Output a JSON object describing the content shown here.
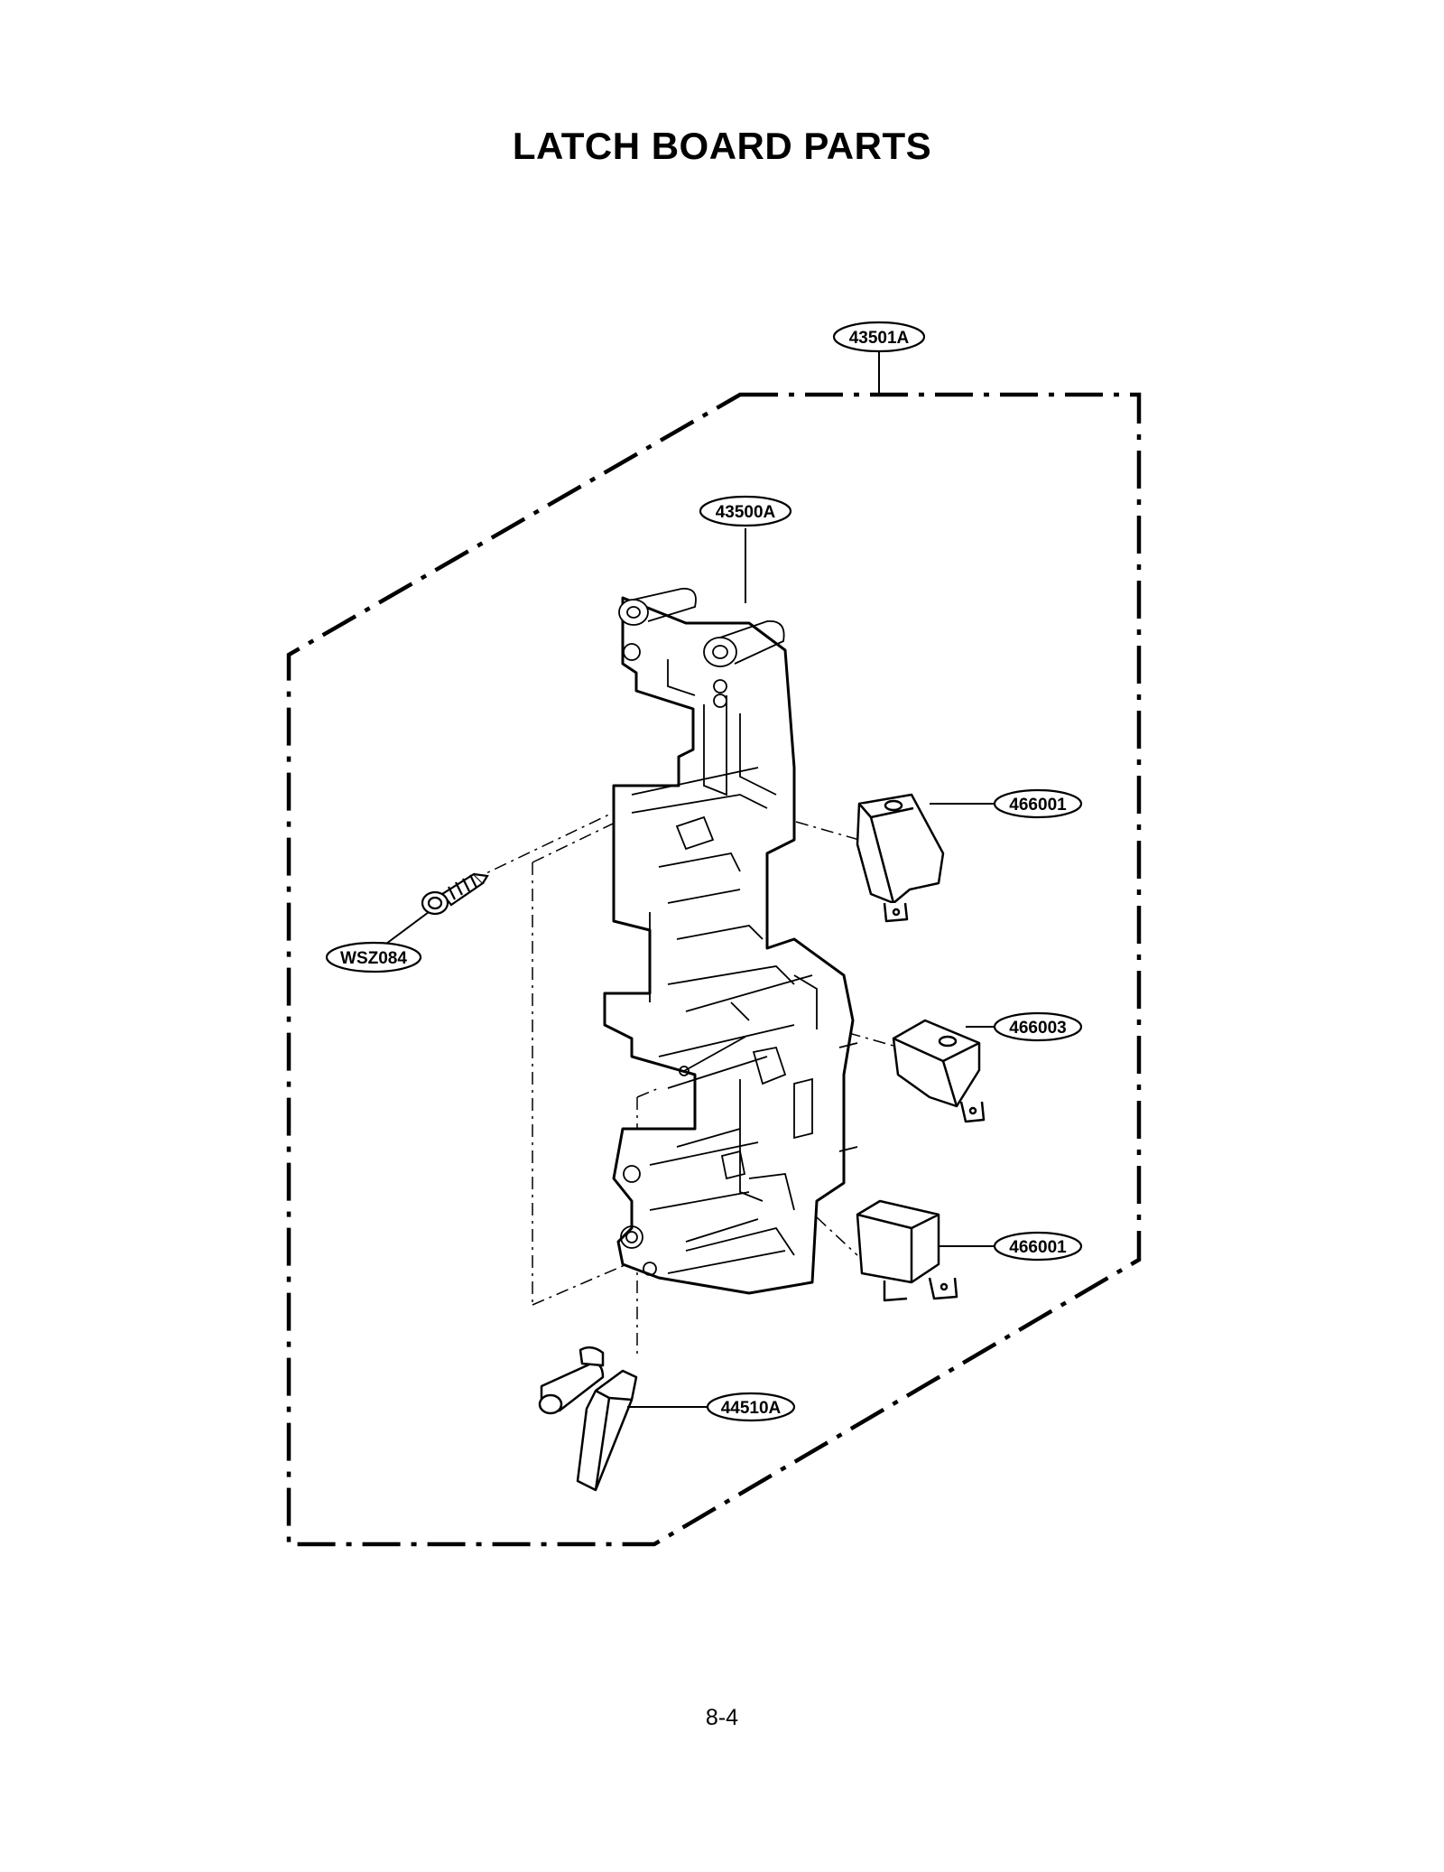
{
  "title": "LATCH BOARD PARTS",
  "page_number": "8-4",
  "parts": {
    "assembly": "43501A",
    "latch_board": "43500A",
    "switch_upper": "466001",
    "switch_middle": "466003",
    "switch_lower": "466001",
    "screw": "WSZ084",
    "lever": "44510A"
  }
}
